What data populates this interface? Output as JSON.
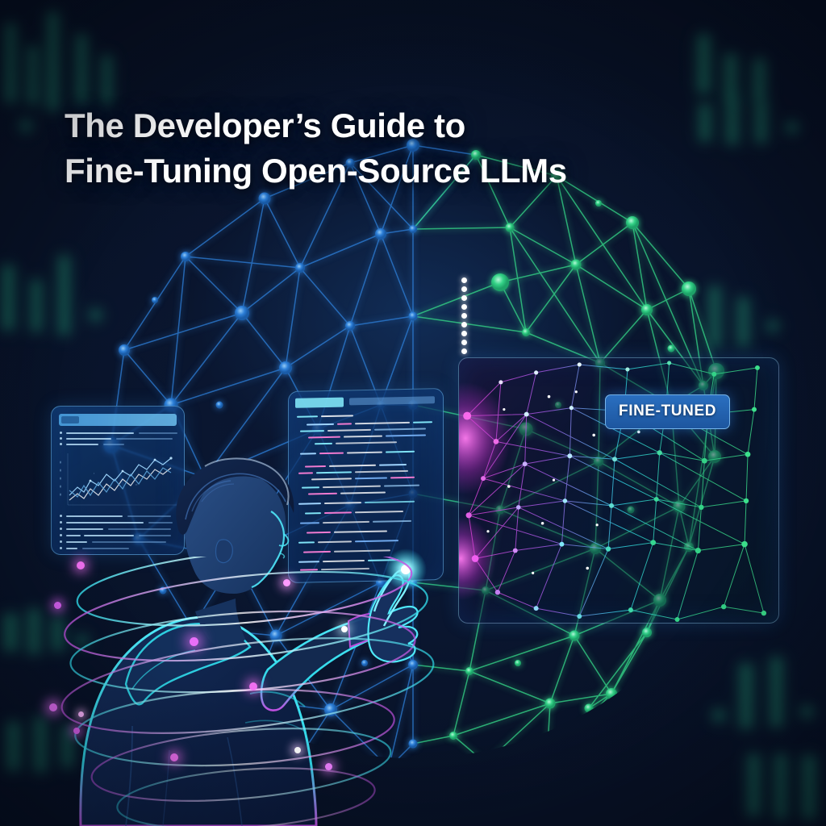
{
  "poster": {
    "title_line1": "The Developer’s Guide to",
    "title_line2": "Fine-Tuning Open-Source LLMs",
    "background_color": "#0a1428",
    "title_color": "#ffffff"
  },
  "badge": {
    "label": "FINE-TUNED",
    "background_color": "#2a6fc0",
    "text_color": "#ffffff"
  },
  "panels": {
    "chart_panel": {
      "name": "analytics-dashboard",
      "header_color": "#4fa8e8",
      "line_colors": [
        "#8fd8ff",
        "#ffffff",
        "#5fa9e0"
      ]
    },
    "code_panel": {
      "name": "code-editor",
      "tab_color": "#7fe3f5",
      "syntax_colors": [
        "#7fe3f5",
        "#f07ad0",
        "#ffffff",
        "#6fa8ec"
      ]
    },
    "network_panel": {
      "name": "fine-tuned-network",
      "gradient_from": "#e040d8",
      "gradient_mid": "#30d8e8",
      "gradient_to": "#34d387"
    }
  },
  "sphere": {
    "left_hemisphere_color": "#2d7fd8",
    "right_hemisphere_color": "#34d387",
    "node_count_left": 46,
    "node_count_right": 44
  },
  "figure": {
    "name": "developer-silhouette",
    "outline_color": "#2fd8e8",
    "body_color": "#0e2348",
    "accent_color": "#c04fe0",
    "touch_glow_color": "#5ff0ff"
  },
  "orbit_rings": {
    "ring_color_cyan": "#2fd8e8",
    "ring_color_magenta": "#c04fe0",
    "spark_color": "#f06ff0",
    "ring_count": 7
  },
  "background_glyphs": {
    "color": "#1f8a6a",
    "description": "blurred code glyphs"
  }
}
